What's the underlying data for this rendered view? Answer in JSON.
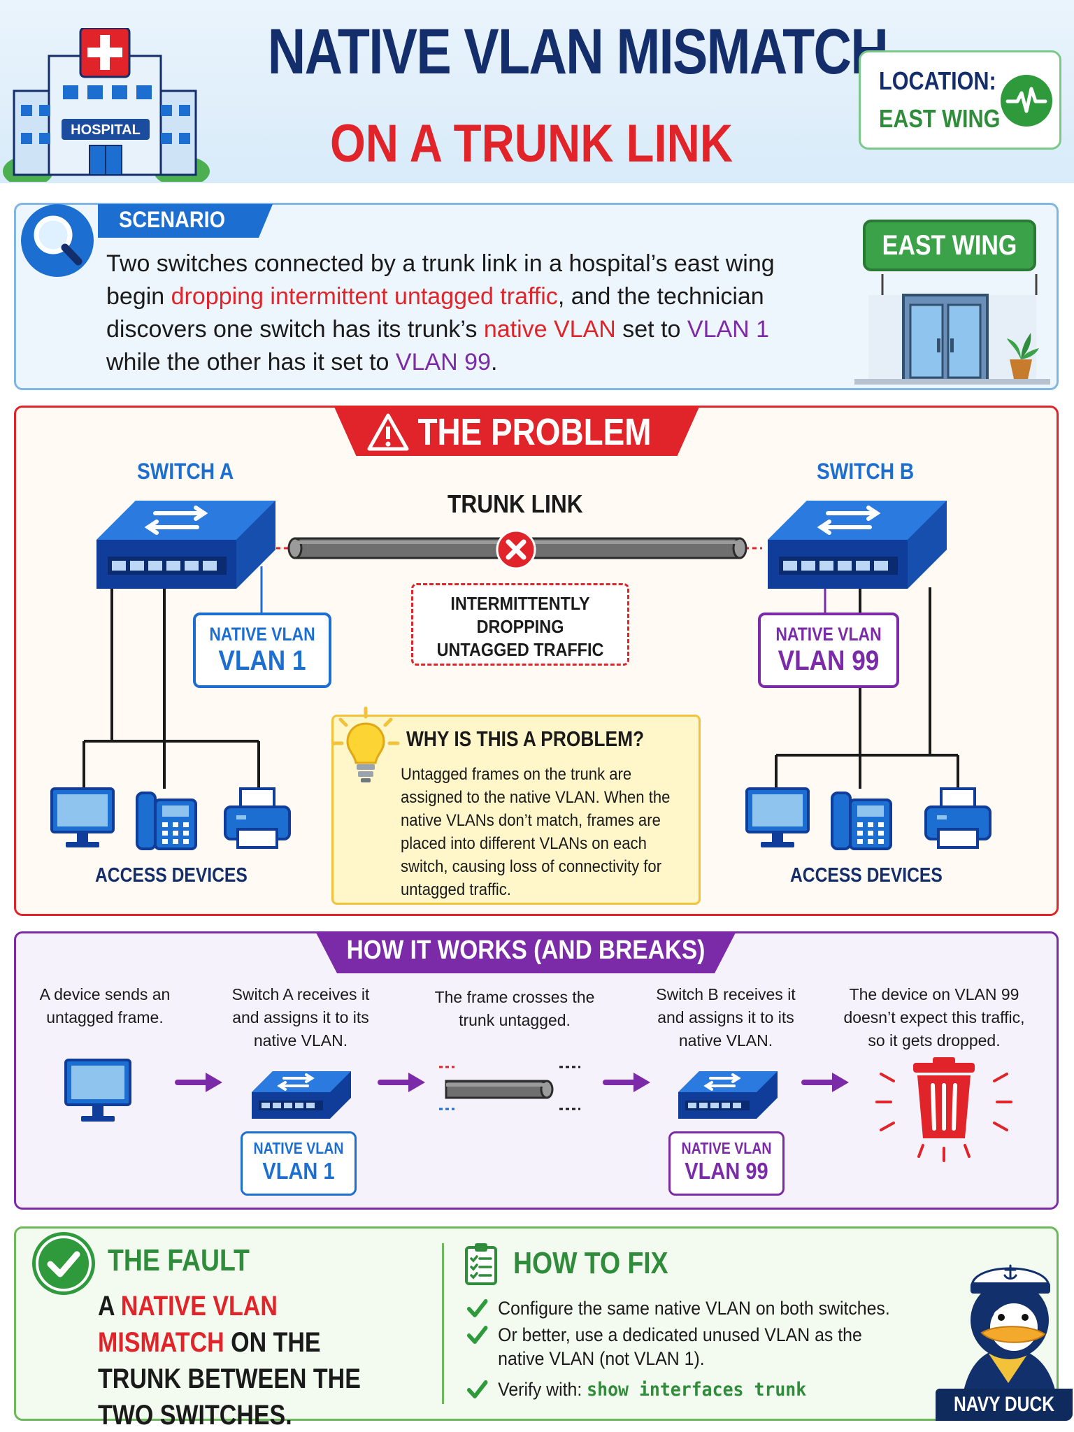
{
  "header": {
    "title_line1": "NATIVE VLAN MISMATCH",
    "title_line2": "ON A TRUNK LINK",
    "hospital_sign": "HOSPITAL",
    "location_label": "LOCATION:",
    "location_value": "EAST WING"
  },
  "scenario": {
    "label": "SCENARIO",
    "text_1": "Two switches connected by a trunk link in a hospital’s east wing begin ",
    "text_red_1": "dropping intermittent untagged traffic",
    "text_2": ", and the technician discovers one switch has its trunk’s ",
    "text_red_2": "native VLAN",
    "text_3": " set to ",
    "text_purple_1": "VLAN 1",
    "text_4": " while the other has it set to ",
    "text_purple_2": "VLAN 99",
    "text_5": ".",
    "sign": "EAST WING"
  },
  "problem": {
    "title": "THE PROBLEM",
    "switch_a": "SWITCH A",
    "switch_b": "SWITCH B",
    "trunk_label": "TRUNK LINK",
    "drop_line1": "INTERMITTENTLY",
    "drop_line2": "DROPPING",
    "drop_line3": "UNTAGGED TRAFFIC",
    "native_a_label": "NATIVE VLAN",
    "native_a_value": "VLAN 1",
    "native_b_label": "NATIVE VLAN",
    "native_b_value": "VLAN 99",
    "access_a": "ACCESS DEVICES",
    "access_b": "ACCESS DEVICES",
    "why_title": "WHY IS THIS A PROBLEM?",
    "why_body": "Untagged frames on the trunk are assigned to the native VLAN. When the native VLANs don’t match, frames are placed into different VLANs on each switch, causing loss of connectivity for untagged traffic."
  },
  "how": {
    "title": "HOW IT WORKS (AND BREAKS)",
    "steps": [
      "A device sends an untagged frame.",
      "Switch A receives it and assigns it to its native VLAN.",
      "The frame crosses the trunk untagged.",
      "Switch B receives it and assigns it to its native VLAN.",
      "The device on VLAN 99 doesn’t expect this traffic, so it gets dropped."
    ],
    "native_a_label": "NATIVE VLAN",
    "native_a_value": "VLAN 1",
    "native_b_label": "NATIVE VLAN",
    "native_b_value": "VLAN 99"
  },
  "fault": {
    "title": "THE FAULT",
    "body_1": "A ",
    "body_red": "NATIVE VLAN MISMATCH",
    "body_2": " ON THE TRUNK BETWEEN THE TWO SWITCHES."
  },
  "fix": {
    "title": "HOW TO FIX",
    "item_1": "Configure the same native VLAN on both switches.",
    "item_2": "Or better, use a dedicated unused VLAN as the native VLAN (not VLAN 1).",
    "item_3_prefix": "Verify with: ",
    "item_3_command": "show interfaces trunk"
  },
  "mascot": {
    "label": "NAVY DUCK"
  },
  "colors": {
    "navy": "#142d6b",
    "red": "#e0242a",
    "blue": "#1c6fd1",
    "purple": "#7b2aa8",
    "green": "#2f8c3a",
    "yellow": "#f3c23b"
  },
  "icons": [
    "hospital-icon",
    "pulse-icon",
    "magnifier-icon",
    "door-icon",
    "plant-icon",
    "switch-icon",
    "x-icon",
    "lightbulb-icon",
    "monitor-icon",
    "phone-icon",
    "printer-icon",
    "arrow-right-icon",
    "trash-icon",
    "check-icon",
    "clipboard-icon",
    "duck-mascot"
  ]
}
